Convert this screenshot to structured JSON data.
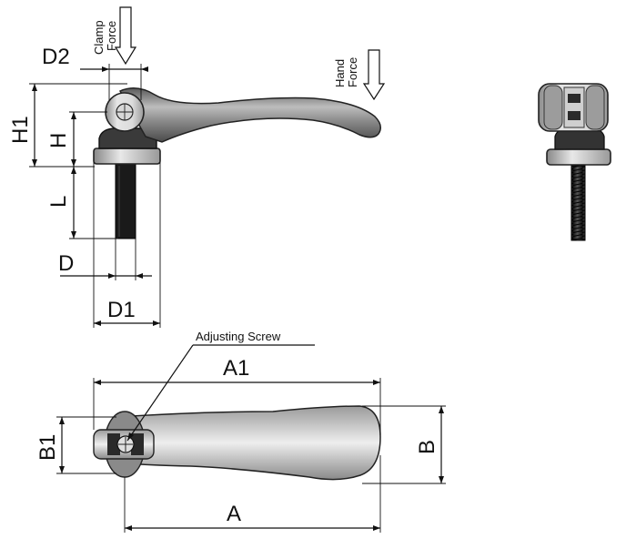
{
  "labels": {
    "clamp_force": [
      "Clamp",
      "Force"
    ],
    "hand_force": [
      "Hand",
      "Force"
    ],
    "adjusting_screw": "Adjusting Screw"
  },
  "dimensions": {
    "D2": "D2",
    "H1": "H1",
    "H": "H",
    "L": "L",
    "D": "D",
    "D1": "D1",
    "A1": "A1",
    "A": "A",
    "B1": "B1",
    "B": "B"
  },
  "colors": {
    "line": "#111111",
    "metal_light": "#e0e0e0",
    "metal_dark": "#6e6e6e",
    "thread": "#1c1c1c"
  }
}
